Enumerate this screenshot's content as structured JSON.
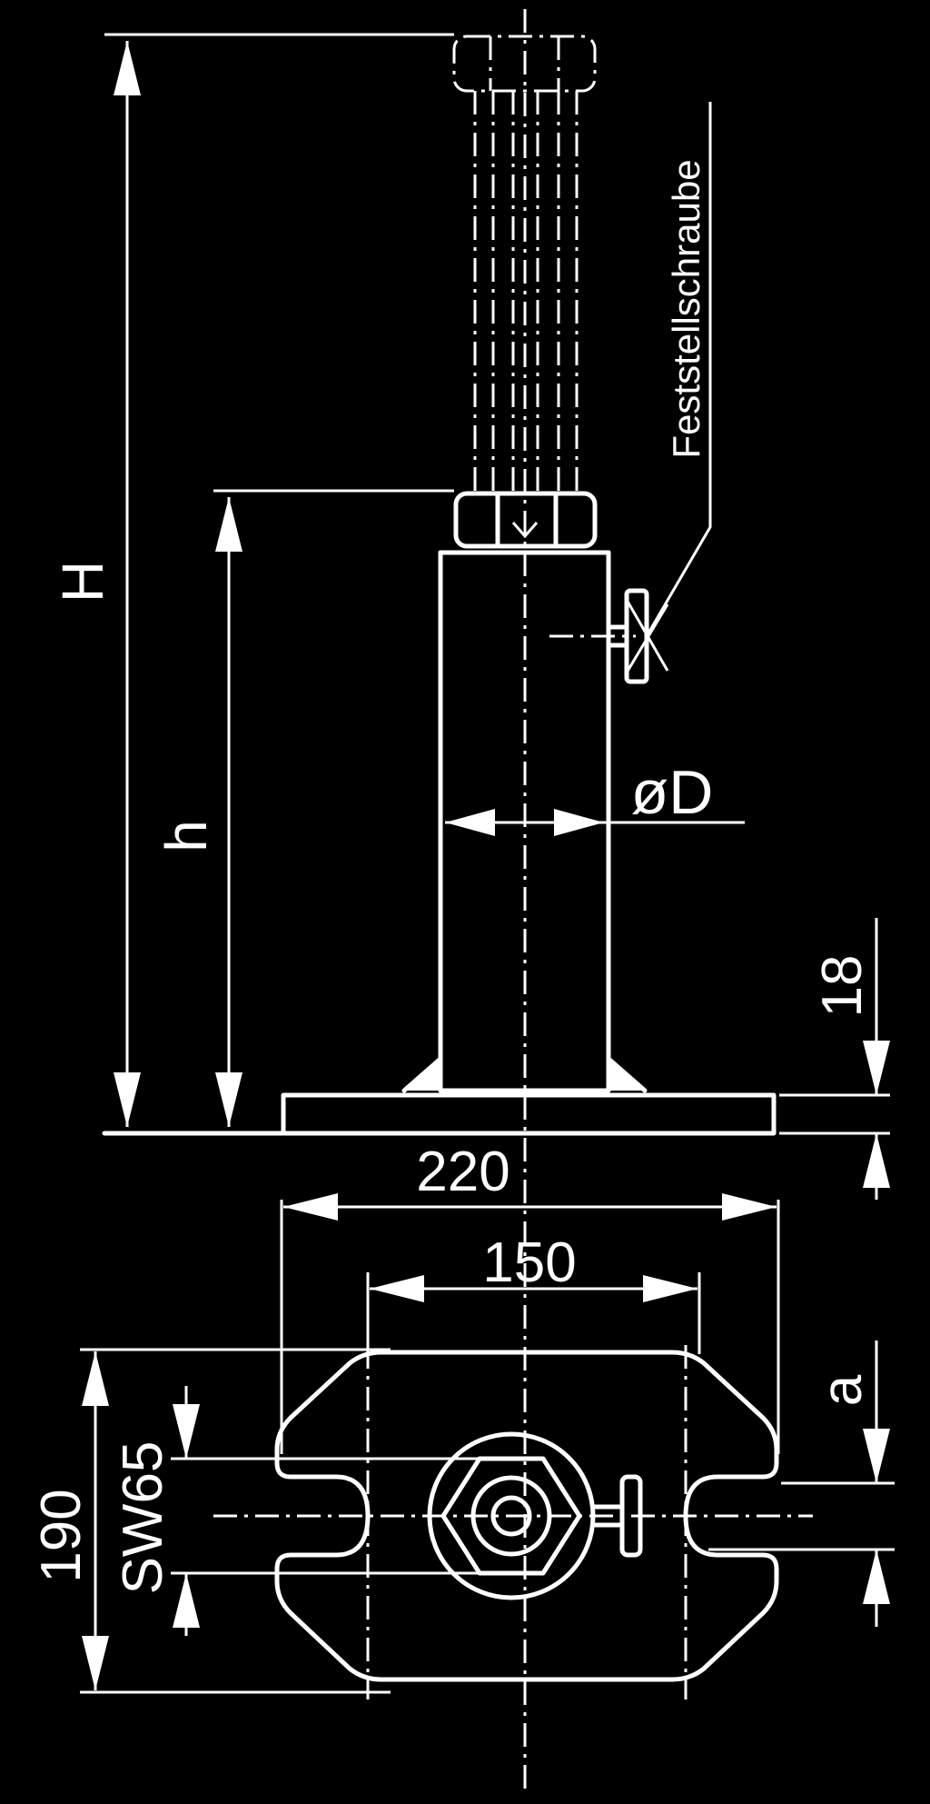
{
  "labels": {
    "H": "H",
    "h": "h",
    "od": "øD",
    "d18": "18",
    "d220": "220",
    "d150": "150",
    "d190": "190",
    "sw65": "SW65",
    "a": "a",
    "screw": "Feststellschraube"
  },
  "colors": {
    "background": "#000000",
    "line": "#ffffff"
  }
}
